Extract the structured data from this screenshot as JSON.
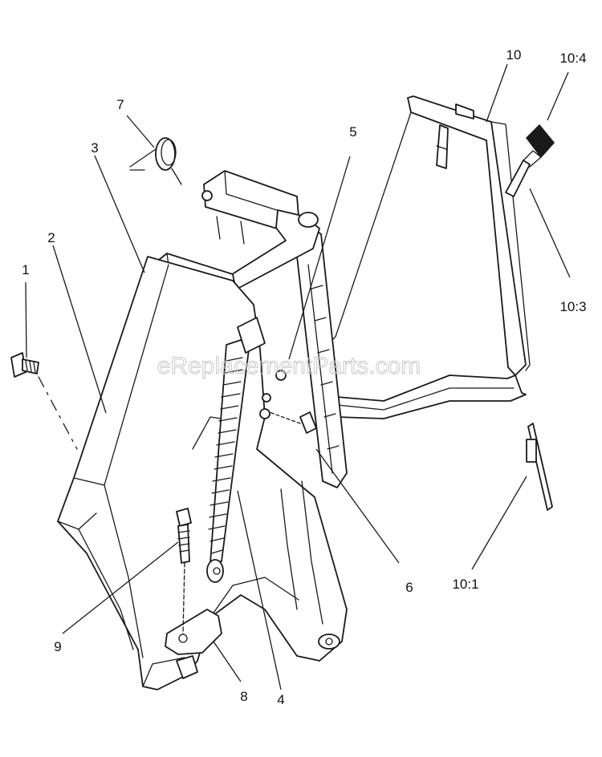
{
  "watermark": "eReplacementParts.com",
  "callouts": {
    "c1": "1",
    "c2": "2",
    "c3": "3",
    "c4": "4",
    "c5": "5",
    "c6": "6",
    "c7": "7",
    "c8": "8",
    "c9": "9",
    "c10": "10",
    "c10_1": "10:1",
    "c10_3": "10:3",
    "c10_4": "10:4"
  },
  "colors": {
    "line": "#1a1a1a",
    "grip": "#1a1a1a",
    "watermark": "#c8c8c8",
    "background": "#ffffff"
  }
}
